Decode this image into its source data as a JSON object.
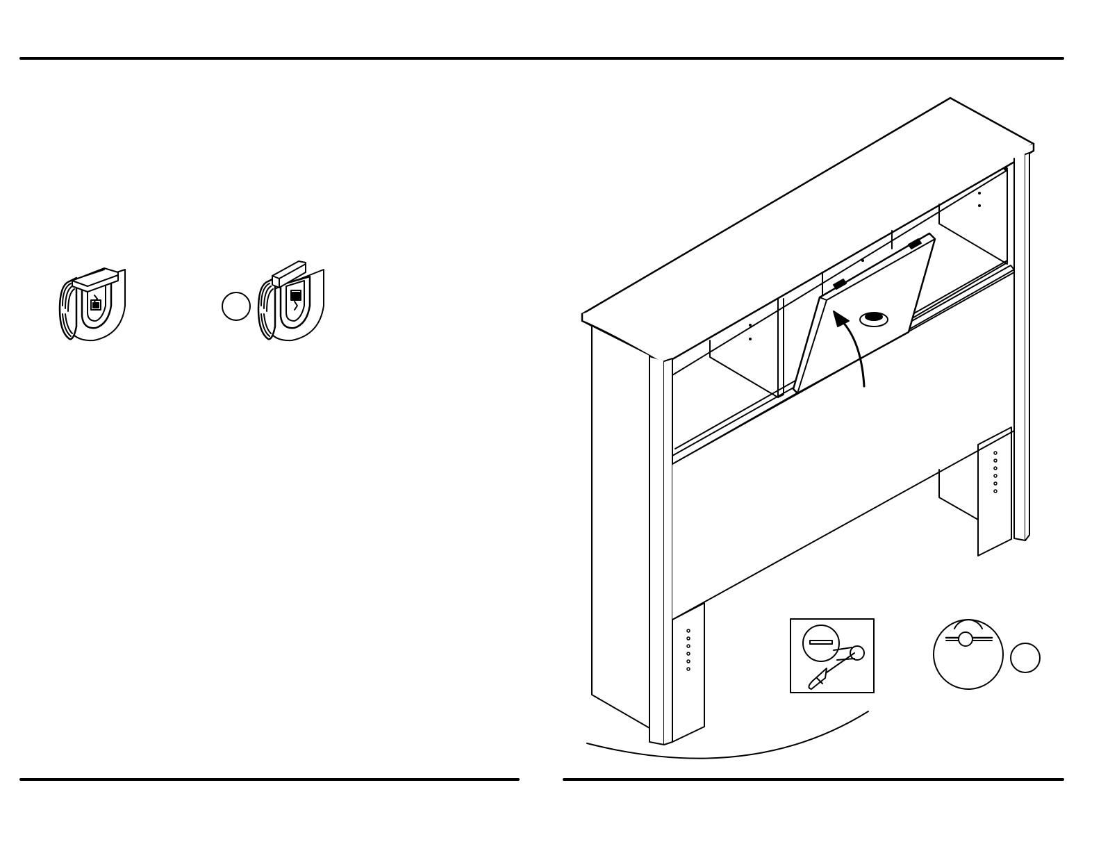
{
  "page": {
    "kind": "assembly-instruction-page",
    "text_content": "",
    "colors": {
      "ink": "#000000",
      "paper": "#ffffff"
    }
  },
  "illustrations": {
    "cam_unlocked": {
      "icon": "cam-lock-open-icon"
    },
    "cam_locked": {
      "icon": "cam-lock-locked-icon",
      "marker": "empty-circle"
    },
    "headboard": {
      "icon": "bookcase-headboard-icon",
      "action": "flip-door-up-arrow"
    },
    "screwdriver_inset": {
      "icon": "screwdriver-turn-icon"
    },
    "cam_detail_inset": {
      "icon": "cam-detail-icon",
      "marker": "empty-circle"
    }
  }
}
